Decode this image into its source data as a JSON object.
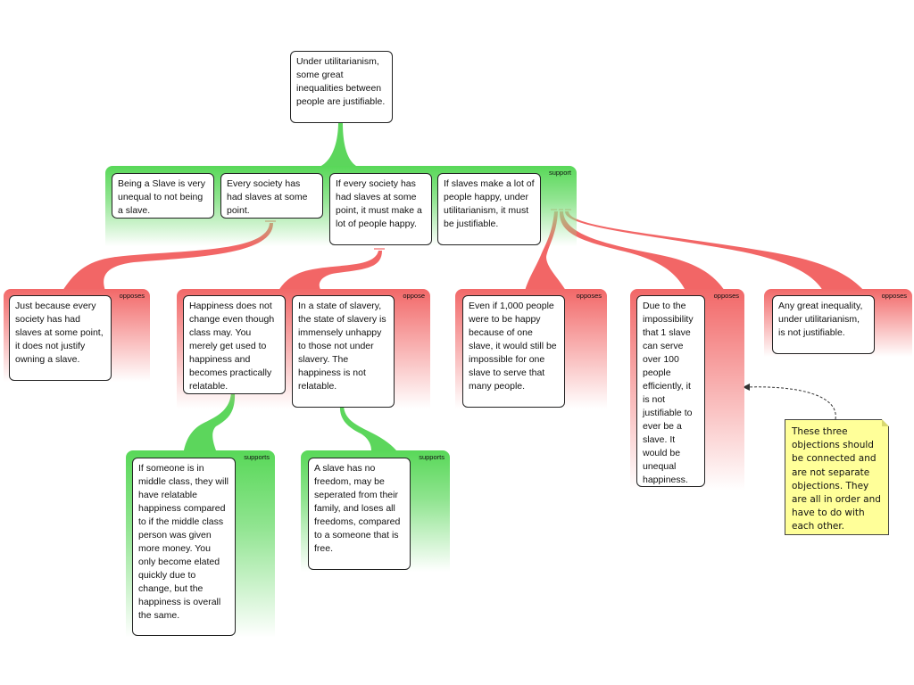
{
  "claim": {
    "text": "Under utilitarianism, some great inequalities between people are justifiable."
  },
  "support_group": {
    "tag": "support",
    "premises": [
      {
        "text": "Being a Slave is very unequal to not being a slave."
      },
      {
        "text": "Every society has had slaves at some point."
      },
      {
        "text": "If every society has had slaves at some point, it must make a lot of people happy."
      },
      {
        "text": "If slaves make a lot of people happy, under utilitarianism, it must be justifiable."
      }
    ]
  },
  "objections": {
    "society": {
      "tag": "opposes",
      "text": "Just because every society has had slaves at some point, it does not justify owning a slave."
    },
    "happiness_pair": {
      "tag": "oppose",
      "items": [
        {
          "text": "Happiness does not change even though class may. You merely get used to happiness and becomes practically relatable."
        },
        {
          "text": "In a state of slavery, the state of slavery is immensely unhappy to those not under slavery. The happiness is not relatable."
        }
      ]
    },
    "thousand": {
      "tag": "opposes",
      "text": "Even if 1,000 people were to be happy because of one slave, it would still be impossible for one slave to serve that many people."
    },
    "impossibility": {
      "tag": "opposes",
      "text": "Due to the impossibility that 1 slave can serve over 100 people efficiently, it is not justifiable to ever be a slave. It would be unequal happiness."
    },
    "great_inequality": {
      "tag": "opposes",
      "text": "Any great inequality, under utilitarianism, is not justifiable."
    }
  },
  "supports": {
    "middle_class": {
      "tag": "supports",
      "text": "If someone is in middle class, they will have relatable happiness compared to if the middle class person was given more money. You only become elated quickly due to change, but the happiness is overall the same."
    },
    "freedom": {
      "tag": "supports",
      "text": "A slave has no freedom, may be seperated from their family, and loses all freedoms, compared to a someone that is free."
    }
  },
  "note": {
    "text": "These three objections should be connected and are not separate objections. They are all in order and have to do with each other."
  },
  "colors": {
    "support": "#5cd65c",
    "oppose": "#f26666",
    "note": "#ffff99"
  }
}
